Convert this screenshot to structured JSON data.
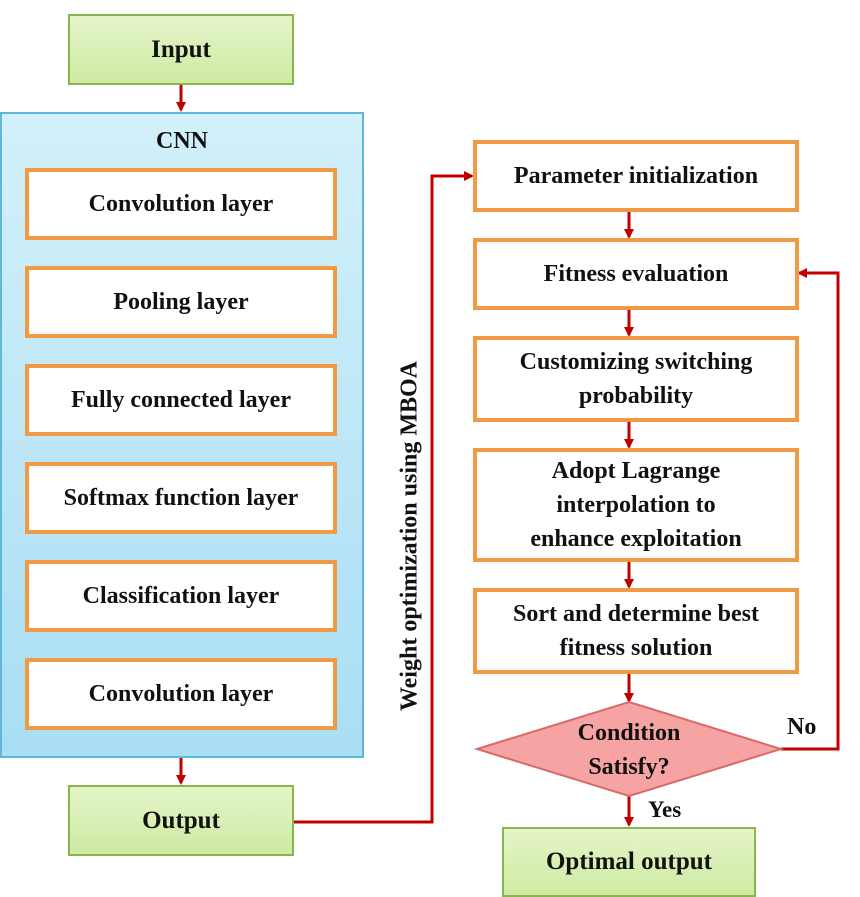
{
  "input": "Input",
  "cnn": {
    "title": "CNN",
    "layers": [
      "Convolution layer",
      "Pooling layer",
      "Fully connected layer",
      "Softmax function layer",
      "Classification layer",
      "Convolution layer"
    ]
  },
  "output": "Output",
  "side_label": "Weight optimization using MBOA",
  "mboa": {
    "steps": [
      "Parameter initialization",
      "Fitness evaluation",
      "Customizing switching probability",
      "Adopt Lagrange interpolation to enhance exploitation",
      "Sort and determine best fitness solution"
    ],
    "decision": "Condition Satisfy?",
    "no_label": "No",
    "yes_label": "Yes",
    "final": "Optimal output"
  },
  "colors": {
    "arrow": "#c00000",
    "box_border": "#f19a46",
    "green_fill": "#d6eeb0",
    "cnn_panel": "#b8e5f6",
    "decision_fill": "#f5a3a3"
  }
}
